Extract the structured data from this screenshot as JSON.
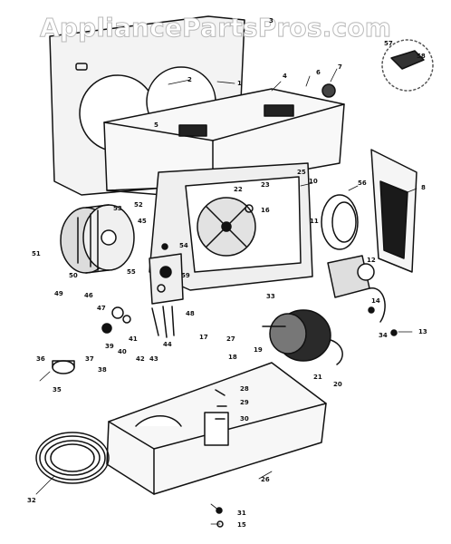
{
  "watermark": "AppliancePartsPros.com",
  "callouts": [
    "1",
    "2",
    "3",
    "4",
    "5",
    "6",
    "7",
    "8",
    "10",
    "11",
    "12",
    "13",
    "14",
    "15",
    "16",
    "17",
    "18",
    "19",
    "20",
    "21",
    "22",
    "23",
    "25",
    "26",
    "27",
    "28",
    "29",
    "30",
    "31",
    "32",
    "33",
    "34",
    "35",
    "36",
    "37",
    "38",
    "39",
    "40",
    "41",
    "42",
    "43",
    "44",
    "45",
    "46",
    "47",
    "48",
    "49",
    "50",
    "51",
    "52",
    "53",
    "54",
    "55",
    "56",
    "57",
    "58",
    "59"
  ]
}
